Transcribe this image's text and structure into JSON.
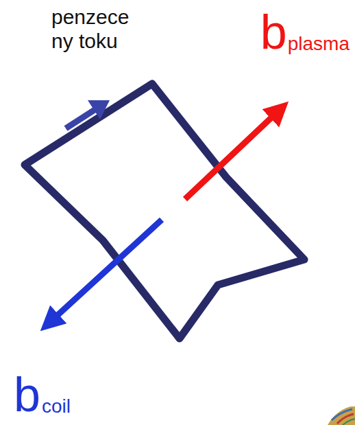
{
  "diagram": {
    "labels": [
      "penzece ny toku",
      "b",
      "plasma",
      "b",
      "coil"
    ]
  }
}
